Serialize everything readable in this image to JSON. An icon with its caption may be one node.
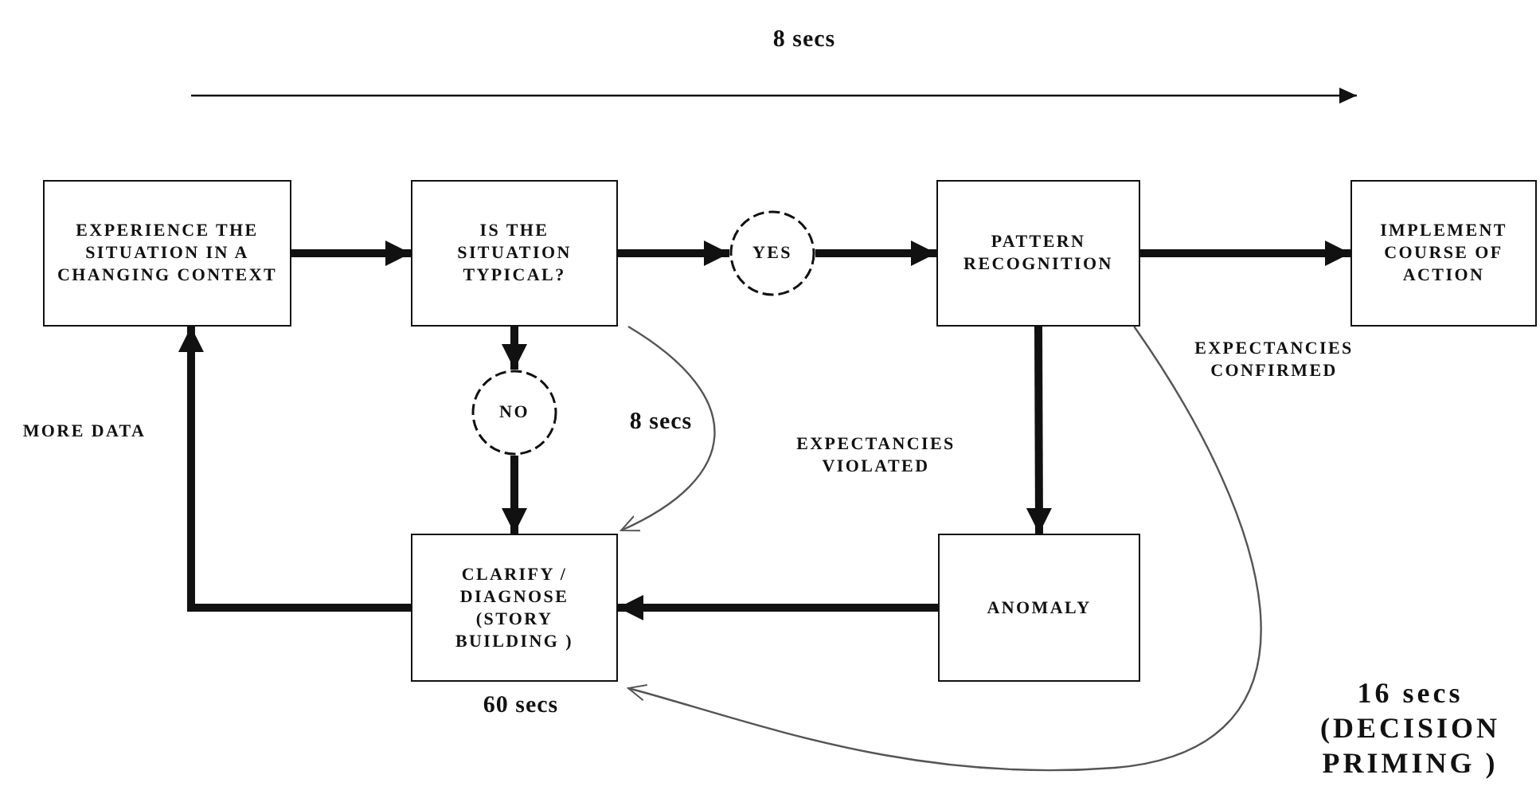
{
  "diagram": {
    "nodes": [
      {
        "text": [
          "EXPERIENCE THE SITUATION IN A CHANGING CONTEXT"
        ]
      },
      {
        "text": [
          "IS THE SITUATION TYPICAL?"
        ]
      },
      {
        "text": [
          "YES"
        ]
      },
      {
        "text": [
          "PATTERN RECOGNITION"
        ]
      },
      {
        "text": [
          "IMPLEMENT COURSE OF ACTION"
        ]
      },
      {
        "text": [
          "NO"
        ]
      },
      {
        "text": [
          "CLARIFY / DIAGNOSE (STORY BUILDING )"
        ],
        "beside": [
          "60 secs"
        ]
      },
      {
        "text": [
          "ANOMALY"
        ]
      }
    ],
    "edges": [
      {
        "from": 0,
        "to": 1,
        "arrow": "to"
      },
      {
        "from": 1,
        "to": 2,
        "arrow": "to"
      },
      {
        "from": 2,
        "to": 3,
        "arrow": "to"
      },
      {
        "from": 3,
        "to": 4,
        "arrow": "to"
      },
      {
        "from": 1,
        "to": 5,
        "arrow": "to"
      },
      {
        "from": 5,
        "to": 6,
        "arrow": "to"
      },
      {
        "from": 3,
        "to": 7,
        "arrow": "to"
      },
      {
        "from": 7,
        "to": 6,
        "arrow": "to"
      },
      {
        "from": 6,
        "to": 0,
        "arrow": "to"
      },
      {
        "from": 1,
        "to": 6,
        "arrow": "to",
        "color": "#555555"
      },
      {
        "from": 3,
        "to": 6,
        "arrow": "to",
        "color": "#555555"
      }
    ],
    "labels": [
      "8 secs",
      "8 secs",
      "MORE DATA",
      "EXPECTANCIES CONFIRMED",
      "EXPECTANCIES VIOLATED",
      "16 secs (DECISION PRIMING )"
    ]
  }
}
